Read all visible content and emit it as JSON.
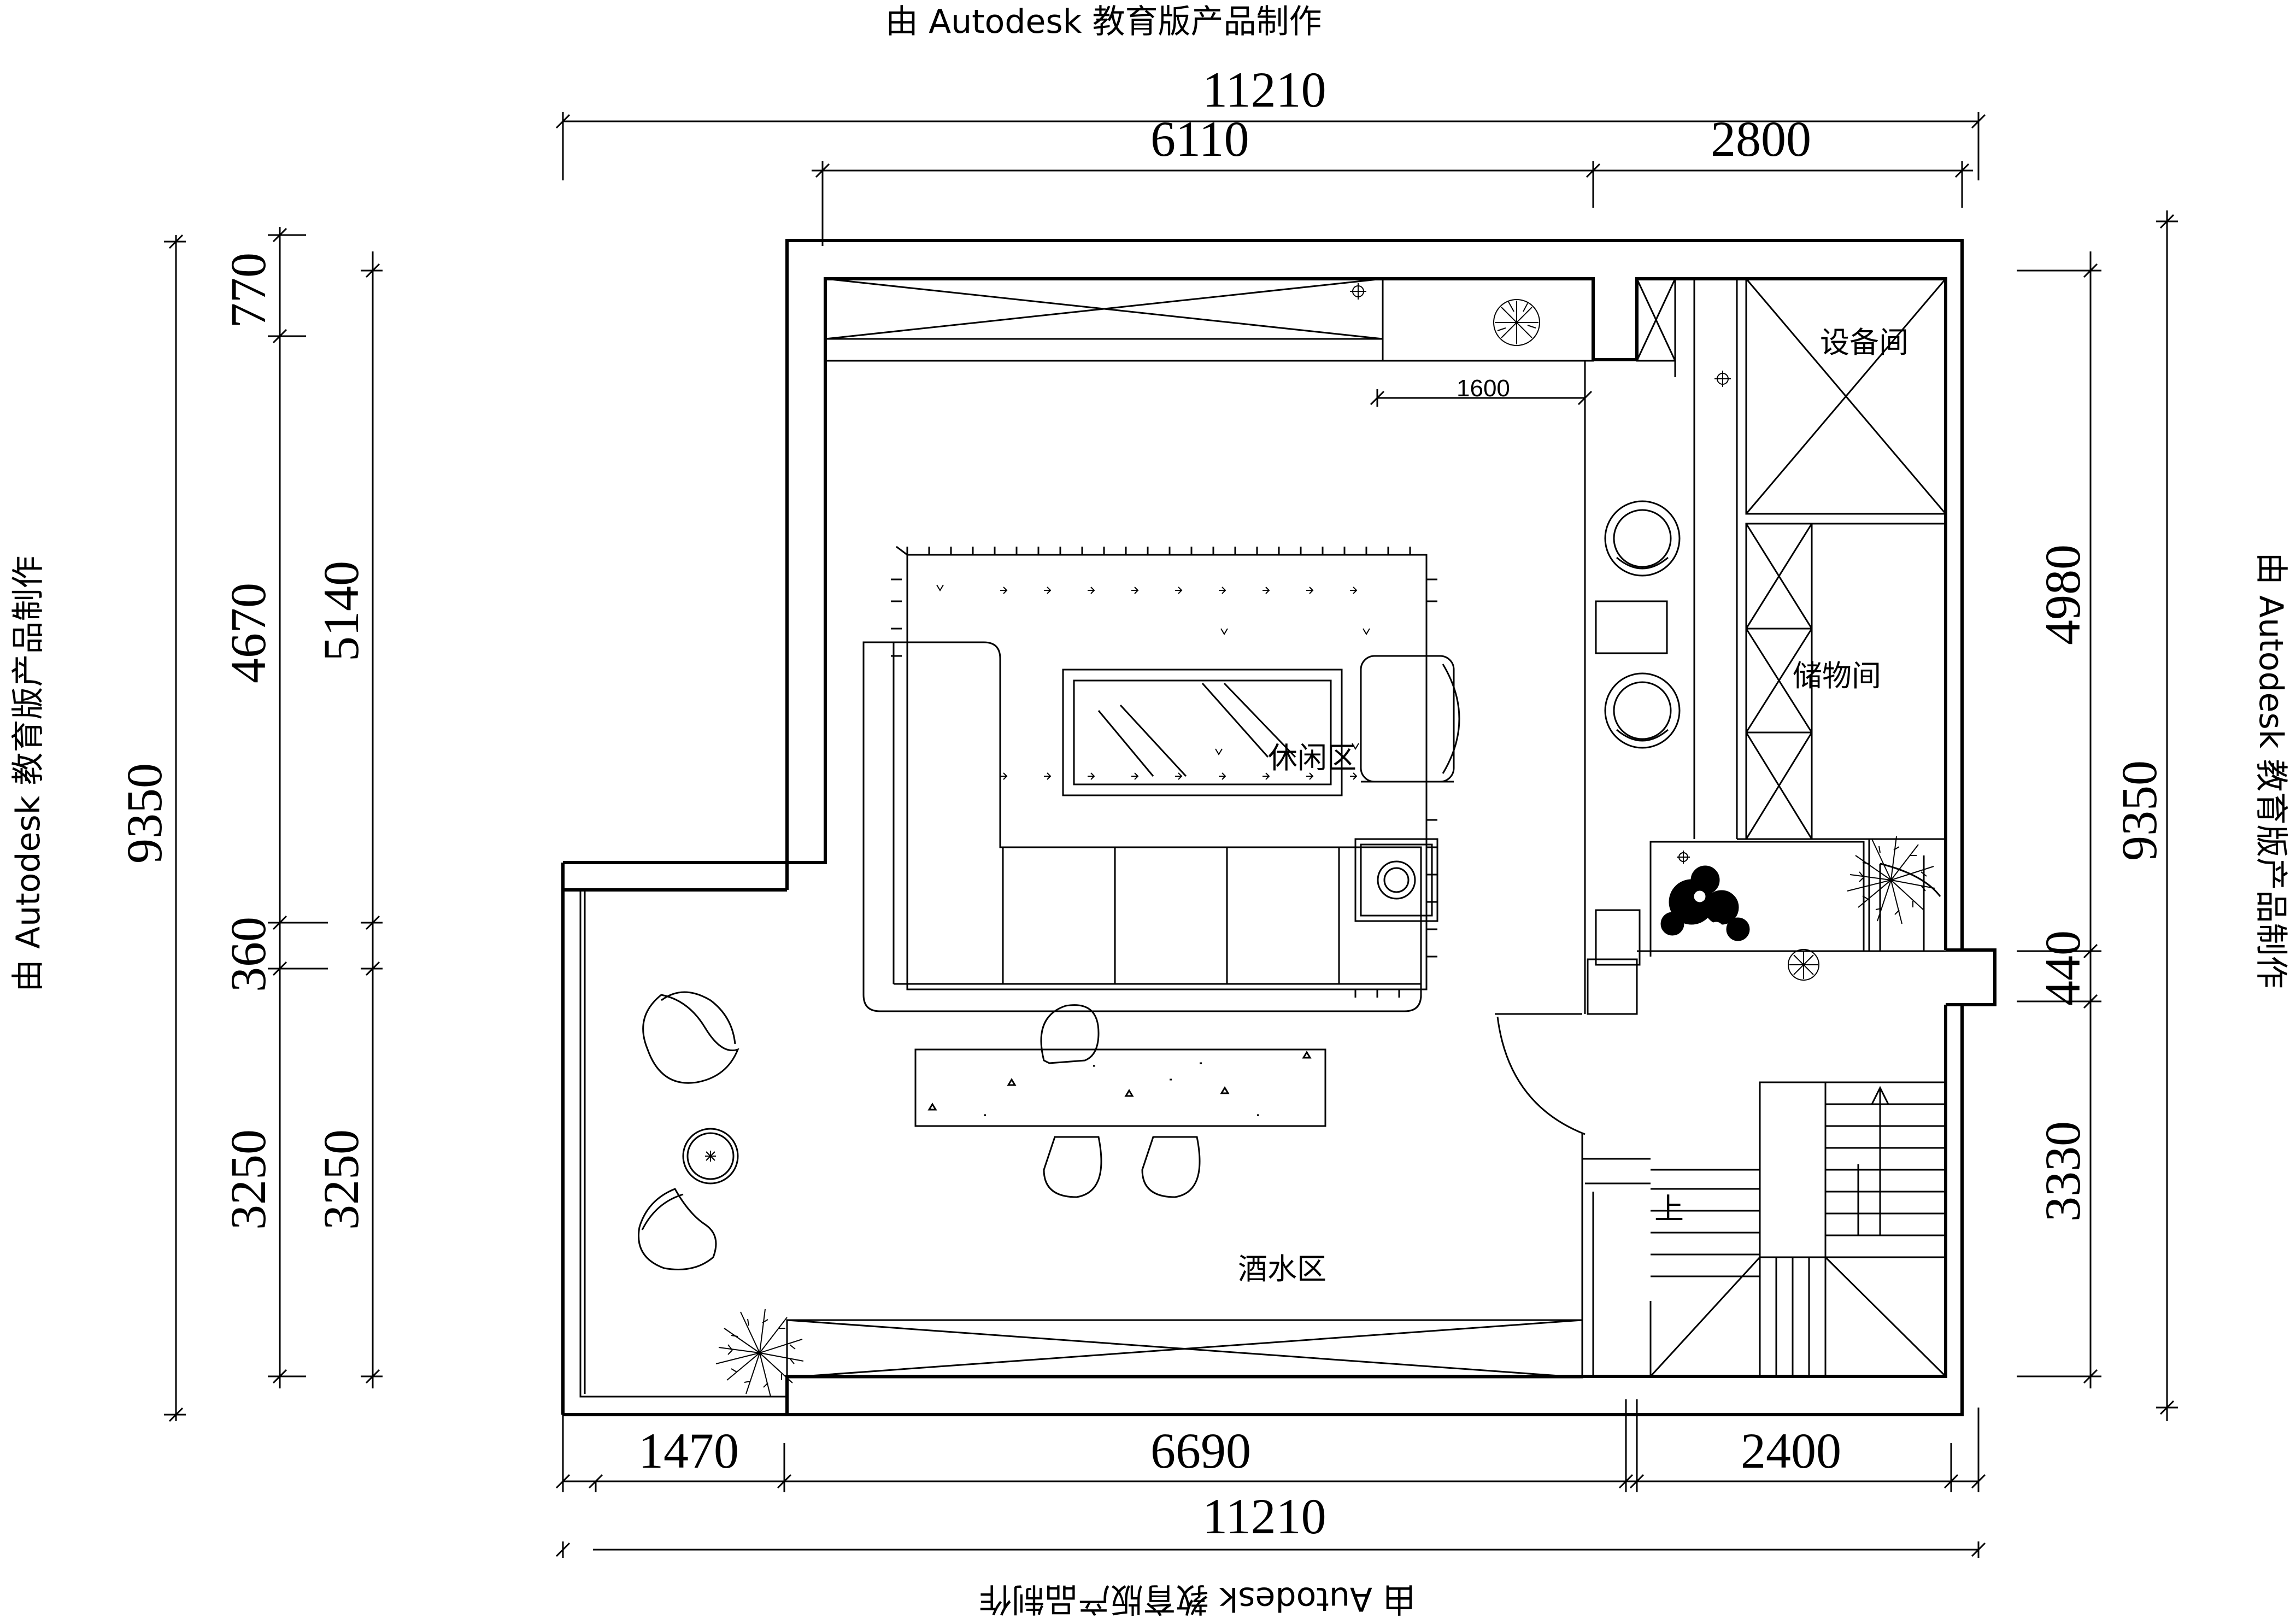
{
  "watermark": {
    "top": "由 Autodesk 教育版产品制作",
    "bottom": "由 Autodesk 教育版产品制作",
    "left": "由 Autodesk 教育版产品制作",
    "right": "由 Autodesk 教育版产品制作"
  },
  "dimensions": {
    "top_overall": "11210",
    "top_left": "6110",
    "top_right": "2800",
    "bottom_left": "1470",
    "bottom_mid": "6690",
    "bottom_right": "2400",
    "bottom_overall": "11210",
    "left_overall": "9350",
    "left_770": "770",
    "left_4670": "4670",
    "left_5140": "5140",
    "left_360": "360",
    "left_3250a": "3250",
    "left_3250b": "3250",
    "right_overall": "9350",
    "right_4980": "4980",
    "right_440": "440",
    "right_3330": "3330",
    "small_1600": "1600"
  },
  "rooms": {
    "leisure": "休闲区",
    "bar": "酒水区",
    "equipment": "设备间",
    "storage": "储物间",
    "stair_up": "上"
  }
}
